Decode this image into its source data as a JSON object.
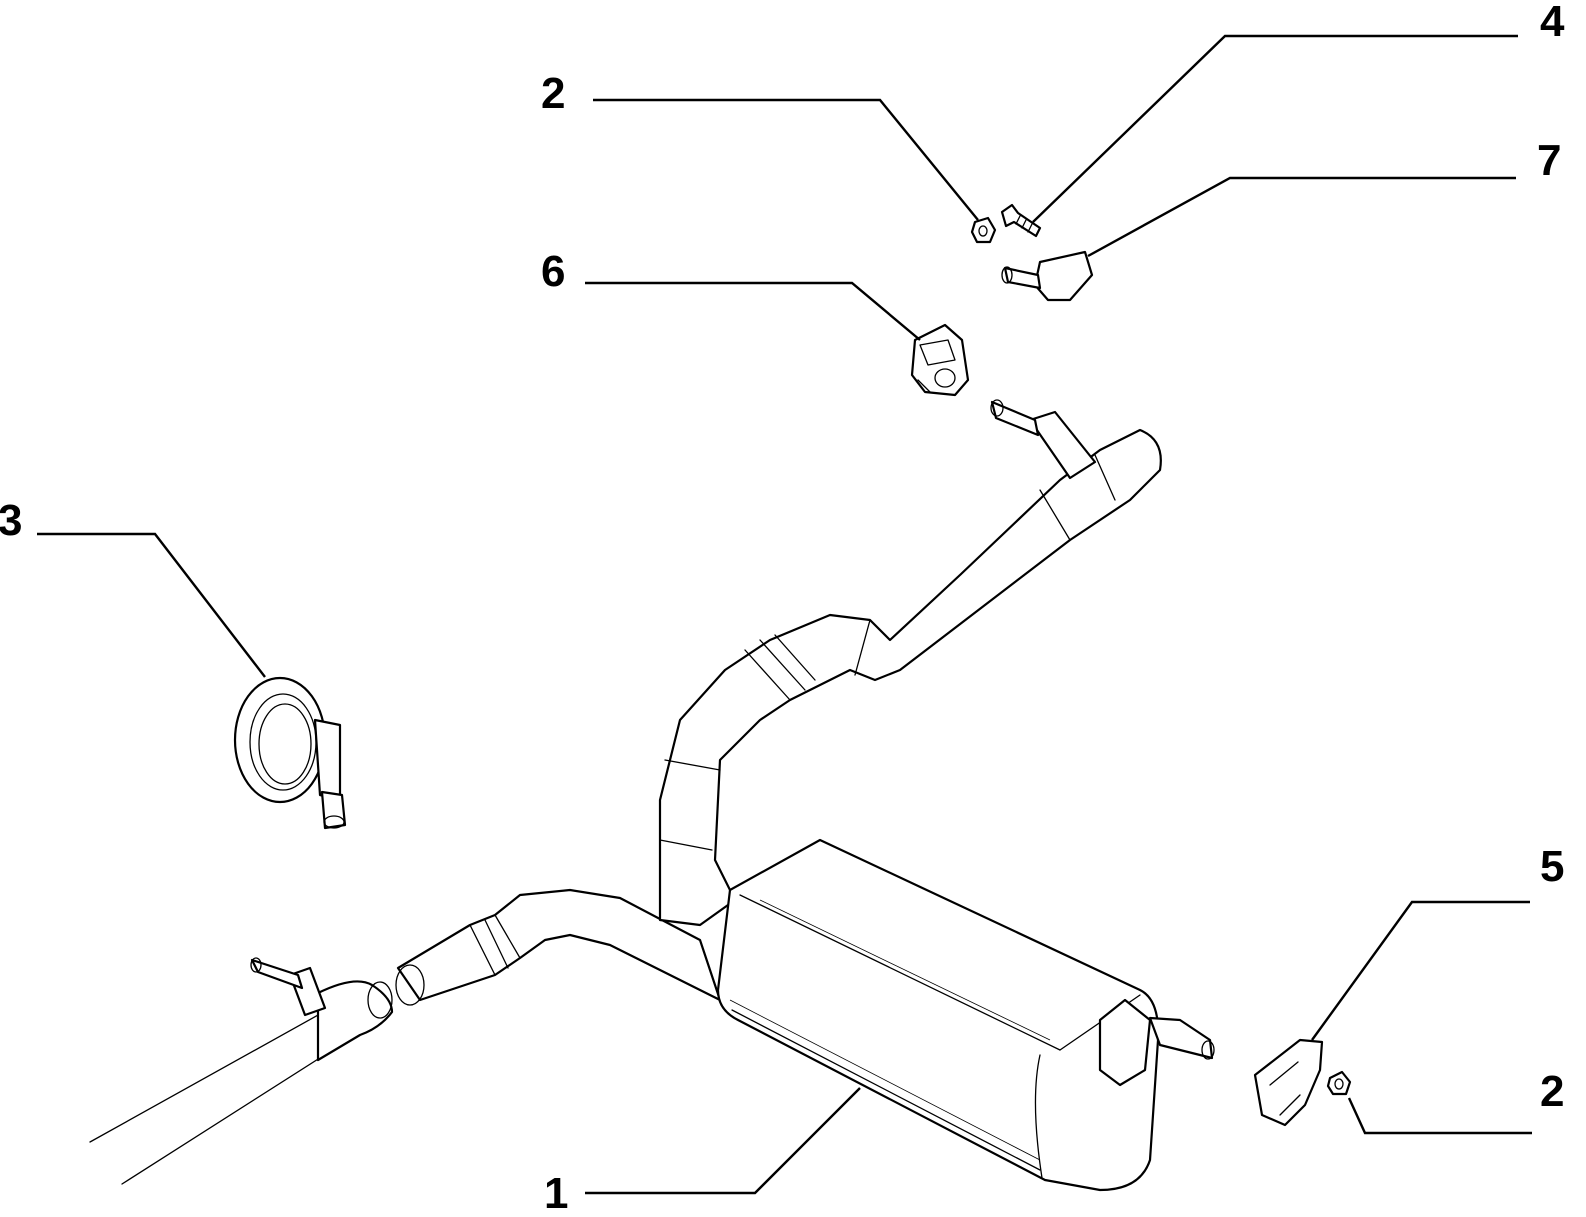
{
  "callouts": [
    {
      "id": "c1",
      "label": "1"
    },
    {
      "id": "c2a",
      "label": "2"
    },
    {
      "id": "c2b",
      "label": "2"
    },
    {
      "id": "c3",
      "label": "3"
    },
    {
      "id": "c4",
      "label": "4"
    },
    {
      "id": "c5",
      "label": "5"
    },
    {
      "id": "c6",
      "label": "6"
    },
    {
      "id": "c7",
      "label": "7"
    }
  ]
}
